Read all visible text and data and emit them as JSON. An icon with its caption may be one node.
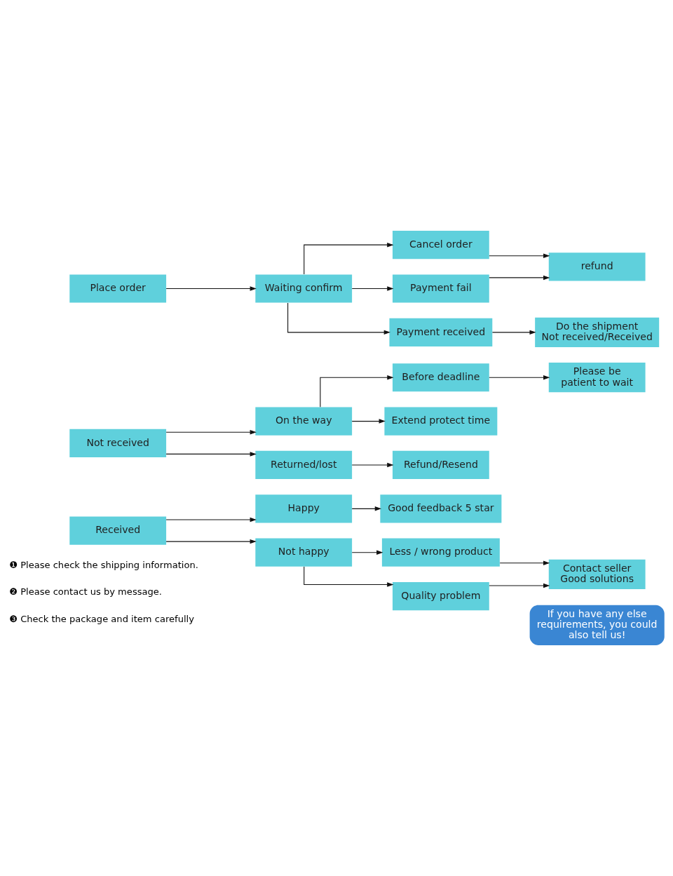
{
  "diagram": {
    "nodes": [
      {
        "text": [
          "Place order"
        ]
      },
      {
        "text": [
          "Waiting confirm"
        ]
      },
      {
        "text": [
          "Cancel order"
        ]
      },
      {
        "text": [
          "Payment fail"
        ]
      },
      {
        "text": [
          "Payment received"
        ]
      },
      {
        "text": [
          "refund"
        ]
      },
      {
        "text": [
          "Do the shipment",
          "Not received/Received"
        ]
      },
      {
        "text": [
          "Not received"
        ]
      },
      {
        "text": [
          "On the way"
        ]
      },
      {
        "text": [
          "Returned/lost"
        ]
      },
      {
        "text": [
          "Before deadline"
        ]
      },
      {
        "text": [
          "Extend protect time"
        ]
      },
      {
        "text": [
          "Refund/Resend"
        ]
      },
      {
        "text": [
          "Please be patient to wait"
        ]
      },
      {
        "text": [
          "Received"
        ]
      },
      {
        "text": [
          "Happy"
        ]
      },
      {
        "text": [
          "Not happy"
        ]
      },
      {
        "text": [
          "Good feedback 5 star"
        ]
      },
      {
        "text": [
          "Less / wrong product"
        ]
      },
      {
        "text": [
          "Quality problem"
        ]
      },
      {
        "text": [
          "Contact seller",
          "Good solutions"
        ]
      },
      {
        "text": [
          "If you have any else requirements, you could also tell us!"
        ]
      }
    ],
    "edges": [
      {
        "from": 0,
        "to": 1,
        "arrow": "to"
      },
      {
        "from": 1,
        "to": 2,
        "arrow": "to"
      },
      {
        "from": 1,
        "to": 3,
        "arrow": "to"
      },
      {
        "from": 1,
        "to": 4,
        "arrow": "to"
      },
      {
        "from": 2,
        "to": 5,
        "arrow": "to"
      },
      {
        "from": 3,
        "to": 5,
        "arrow": "to"
      },
      {
        "from": 4,
        "to": 6,
        "arrow": "to"
      },
      {
        "from": 7,
        "to": 8,
        "arrow": "to"
      },
      {
        "from": 7,
        "to": 9,
        "arrow": "to"
      },
      {
        "from": 8,
        "to": 10,
        "arrow": "to"
      },
      {
        "from": 8,
        "to": 11,
        "arrow": "to"
      },
      {
        "from": 10,
        "to": 13,
        "arrow": "to"
      },
      {
        "from": 9,
        "to": 12,
        "arrow": "to"
      },
      {
        "from": 14,
        "to": 15,
        "arrow": "to"
      },
      {
        "from": 14,
        "to": 16,
        "arrow": "to"
      },
      {
        "from": 15,
        "to": 17,
        "arrow": "to"
      },
      {
        "from": 16,
        "to": 18,
        "arrow": "to"
      },
      {
        "from": 16,
        "to": 19,
        "arrow": "to"
      },
      {
        "from": 18,
        "to": 20,
        "arrow": "to"
      },
      {
        "from": 19,
        "to": 20,
        "arrow": "to"
      }
    ],
    "labels": [
      "❶ Please check the shipping information.",
      "❷ Please contact us by message.",
      "❸ Check the package and item carefully"
    ]
  }
}
